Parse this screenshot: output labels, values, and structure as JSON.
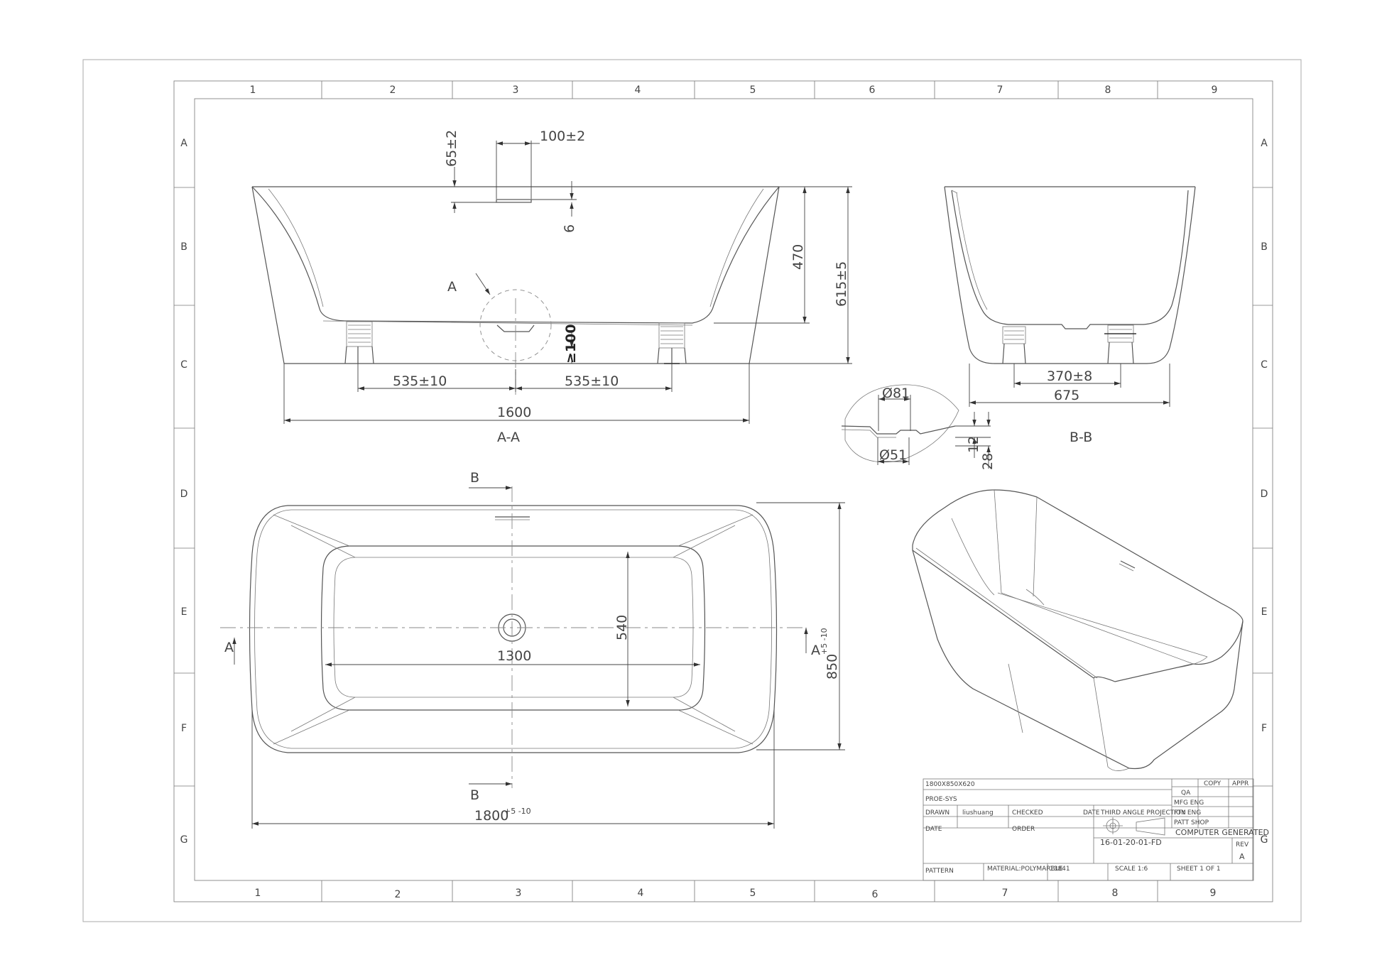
{
  "grid": {
    "columns": [
      "1",
      "2",
      "3",
      "4",
      "5",
      "6",
      "7",
      "8",
      "9"
    ],
    "rows": [
      "A",
      "B",
      "C",
      "D",
      "E",
      "F",
      "G"
    ]
  },
  "dims": {
    "d100": "100±2",
    "d65": "65±2",
    "d6": "6",
    "d470": "470",
    "d615": "615±5",
    "d100min": "≥100",
    "d535a": "535±10",
    "d535b": "535±10",
    "d1600": "1600",
    "d370": "370±8",
    "d675": "675",
    "d81": "Ø81",
    "d51": "Ø51",
    "d12": "12",
    "d28": "28",
    "d540": "540",
    "d1300": "1300",
    "d850": "850",
    "d850tol": "+5 -10",
    "d1800": "1800",
    "d1800tol": "+5 -10"
  },
  "labels": {
    "detail_a": "A",
    "section_aa": "A-A",
    "section_bb": "B-B",
    "cut_b_top": "B",
    "cut_b_bottom": "B",
    "cut_a_left": "A",
    "cut_a_right": "A"
  },
  "title_block": {
    "model": "1800X850X620",
    "proc": "PROE-SYS",
    "copy": "COPY",
    "appr": "APPR",
    "qa": "QA",
    "mfg_eng": "MFG ENG",
    "fty_eng": "FTY ENG",
    "patt_shop": "PATT SHOP",
    "drawn": "DRAWN",
    "drawn_by": "liushuang",
    "checked": "CHECKED",
    "date_hdr": "DATE",
    "projection": "THIRD ANGLE PROJECTION",
    "date": "DATE",
    "order": "ORDER",
    "computer_generated": "COMPUTER GENERATED",
    "drawing_no": "16-01-20-01-FD",
    "rev": "REV",
    "rev_value": "A",
    "pattern": "PATTERN",
    "material": "MATERIAL:POLYMARBLE",
    "material_code": "13841",
    "scale": "SCALE 1:6",
    "sheet": "SHEET 1 OF 1"
  }
}
